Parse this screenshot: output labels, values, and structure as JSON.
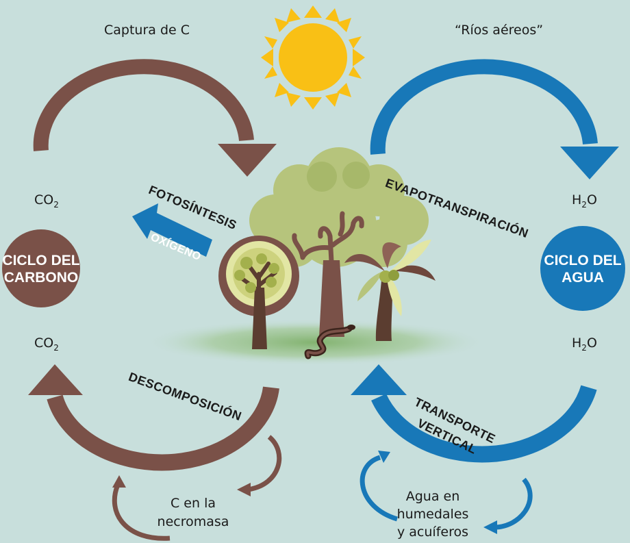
{
  "top": {
    "left_caption": "Captura de C",
    "right_caption": "“Ríos aéreos”"
  },
  "carbon": {
    "circle_line1": "CICLO DEL",
    "circle_line2": "CARBONO",
    "co2_top_base": "CO",
    "co2_top_sub": "2",
    "co2_bottom_base": "CO",
    "co2_bottom_sub": "2",
    "process_top": "FOTOSÍNTESIS",
    "oxygen": "OXÍGENO",
    "process_bottom": "DESCOMPOSICIÓN",
    "pool_line1": "C en la",
    "pool_line2": "necromasa",
    "color": "#7a5148"
  },
  "water": {
    "circle_line1": "CICLO DEL",
    "circle_line2": "AGUA",
    "h2o_top_a": "H",
    "h2o_top_sub": "2",
    "h2o_top_b": "O",
    "h2o_bottom_a": "H",
    "h2o_bottom_sub": "2",
    "h2o_bottom_b": "O",
    "process_top": "EVAPOTRANSPIRACIÓN",
    "process_bottom_line1": "TRANSPORTE",
    "process_bottom_line2": "VERTICAL",
    "pool_line1": "Agua en",
    "pool_line2": "humedales",
    "pool_line3": "y acuíferos",
    "color": "#1878b8"
  },
  "colors": {
    "background": "#c8dfdc",
    "sun": "#f9c015",
    "foliage": "#b6c47c",
    "trunk": "#7a5148"
  }
}
